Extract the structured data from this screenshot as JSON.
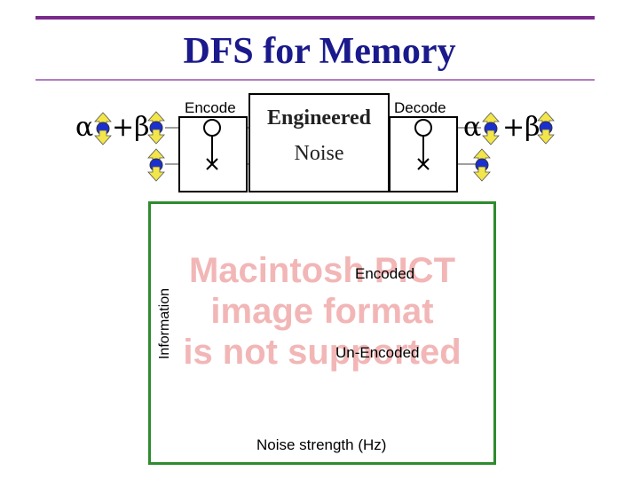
{
  "slide": {
    "title": "DFS for Memory",
    "encode_label": "Encode",
    "decode_label": "Decode",
    "center_box": {
      "line1": "Engineered",
      "line2": "Noise"
    },
    "left_state": {
      "alpha": "α",
      "plus_beta": "+β"
    },
    "right_state": {
      "alpha": "α",
      "plus_beta": "+β"
    }
  },
  "plot": {
    "placeholder_lines": [
      "Macintosh PICT",
      "image format",
      "is not supported"
    ],
    "ylabel": "Information",
    "xlabel": "Noise strength (Hz)",
    "curve_labels": {
      "encoded": "Encoded",
      "unencoded": "Un-Encoded"
    }
  },
  "colors": {
    "title": "#1a1a8c",
    "accent_rule": "#7a2a8c",
    "plot_frame": "#2e8b2e",
    "qubit": "#1a2fd0",
    "arrow": "#f2e64a"
  }
}
